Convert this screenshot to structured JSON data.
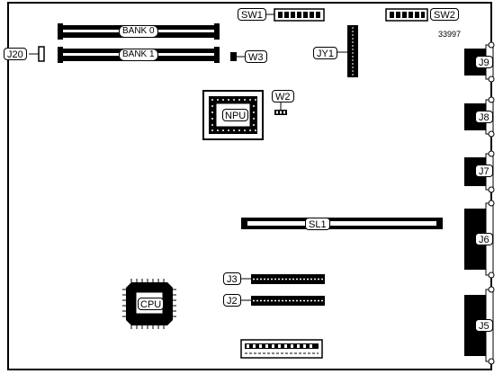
{
  "diagram": {
    "part_number": "33997",
    "labels": {
      "bank0": "BANK 0",
      "bank1": "BANK 1",
      "j20": "J20",
      "sw1": "SW1",
      "sw2": "SW2",
      "jy1": "JY1",
      "w3": "W3",
      "w2": "W2",
      "npu": "NPU",
      "sl1": "SL1",
      "j3": "J3",
      "j2": "J2",
      "cpu": "CPU",
      "j9": "J9",
      "j8": "J8",
      "j7": "J7",
      "j6": "J6",
      "j5": "J5"
    }
  }
}
